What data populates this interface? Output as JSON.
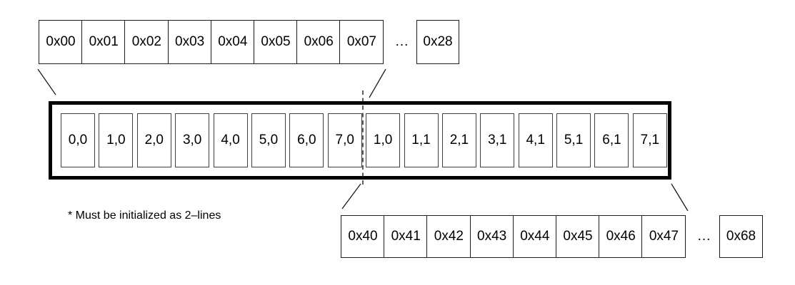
{
  "top_row": {
    "cells": [
      "0x00",
      "0x01",
      "0x02",
      "0x03",
      "0x04",
      "0x05",
      "0x06",
      "0x07"
    ],
    "ellipsis": "...",
    "last_cell": "0x28"
  },
  "buffer": {
    "cells": [
      "0,0",
      "1,0",
      "2,0",
      "3,0",
      "4,0",
      "5,0",
      "6,0",
      "7,0",
      "1,0",
      "1,1",
      "2,1",
      "3,1",
      "4,1",
      "5,1",
      "6,1",
      "7,1"
    ]
  },
  "bottom_row": {
    "cells": [
      "0x40",
      "0x41",
      "0x42",
      "0x43",
      "0x44",
      "0x45",
      "0x46",
      "0x47"
    ],
    "ellipsis": "...",
    "last_cell": "0x68"
  },
  "footnote": "* Must be initialized as 2–lines",
  "colors": {
    "line": "#1b1b1b",
    "thick_border": "#000000",
    "background": "#ffffff",
    "text": "#000000"
  }
}
